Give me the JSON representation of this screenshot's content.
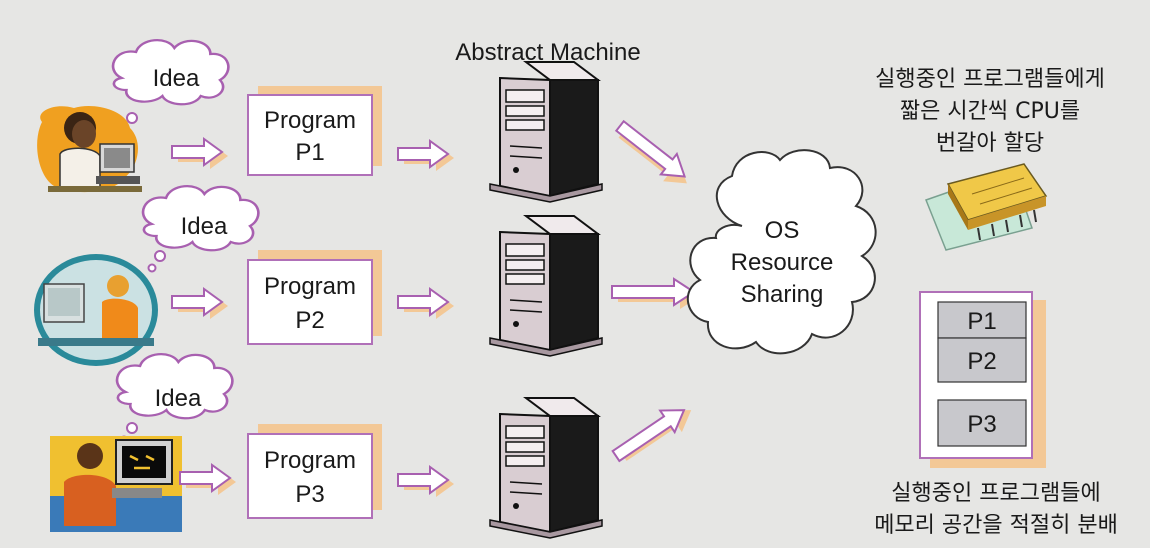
{
  "title": "Abstract Machine",
  "idea_label": "Idea",
  "programs": [
    {
      "line1": "Program",
      "line2": "P1"
    },
    {
      "line1": "Program",
      "line2": "P2"
    },
    {
      "line1": "Program",
      "line2": "P3"
    }
  ],
  "os_cloud": {
    "line1": "OS",
    "line2": "Resource",
    "line3": "Sharing"
  },
  "cpu_note": [
    "실행중인 프로그램들에게",
    "짧은 시간씩 CPU를",
    "번갈아 할당"
  ],
  "memory_blocks": [
    "P1",
    "P2",
    "P3"
  ],
  "memory_note": [
    "실행중인 프로그램들에",
    "메모리 공간을 적절히 분배"
  ],
  "colors": {
    "background": "#e6e6e4",
    "program_border": "#b070b8",
    "shadow": "#f3c896",
    "arrow_fill": "#ffffff",
    "arrow_stroke": "#a860b0",
    "memory_block": "#c8c8cc"
  }
}
